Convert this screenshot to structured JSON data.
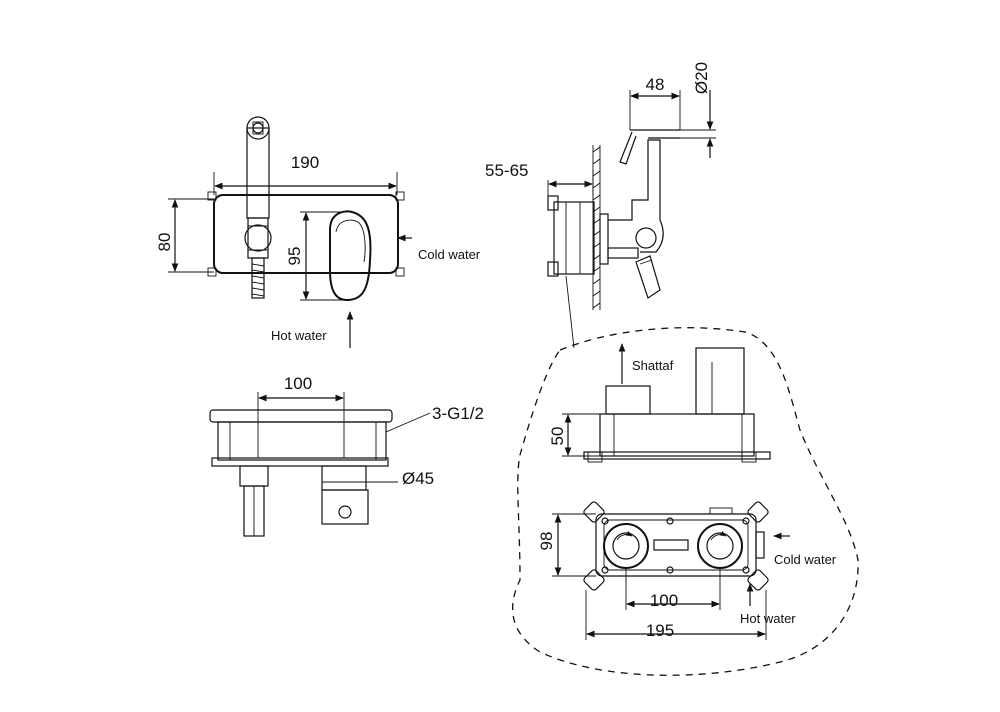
{
  "front_view": {
    "width_dim": "190",
    "height_dim": "80",
    "lever_dim": "95",
    "cold_label": "Cold water",
    "hot_label": "Hot water"
  },
  "side_view": {
    "depth_dim": "55-65",
    "spout_dim": "48",
    "diameter_dim": "Ø20"
  },
  "top_view": {
    "center_dim": "100",
    "thread_dim": "3-G1/2",
    "diameter_dim": "Ø45"
  },
  "valve_side": {
    "shattaf_label": "Shattaf",
    "height_dim": "50"
  },
  "valve_front": {
    "height_dim": "98",
    "center_dim": "100",
    "width_dim": "195",
    "cold_label": "Cold water",
    "hot_label": "Hot water"
  }
}
